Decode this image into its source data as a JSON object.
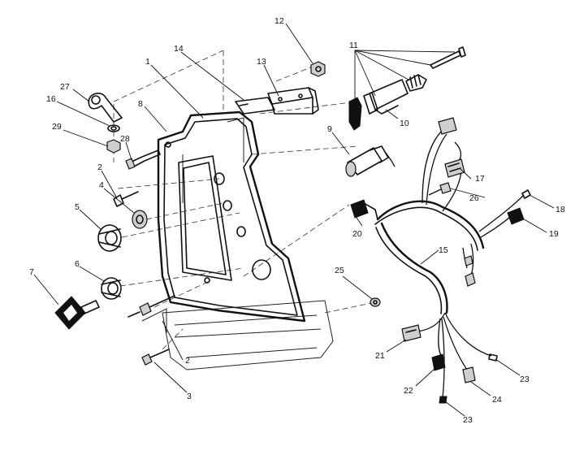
{
  "callouts": {
    "c1": "1",
    "c2a": "2",
    "c2b": "2",
    "c3": "3",
    "c4": "4",
    "c5": "5",
    "c6": "6",
    "c7": "7",
    "c8": "8",
    "c9": "9",
    "c10": "10",
    "c11": "11",
    "c12": "12",
    "c13": "13",
    "c14": "14",
    "c15": "15",
    "c16": "16",
    "c17": "17",
    "c18": "18",
    "c19": "19",
    "c20": "20",
    "c21": "21",
    "c22": "22",
    "c23a": "23",
    "c23b": "23",
    "c24": "24",
    "c25": "25",
    "c26": "26",
    "c27": "27",
    "c28": "28",
    "c29": "29"
  }
}
